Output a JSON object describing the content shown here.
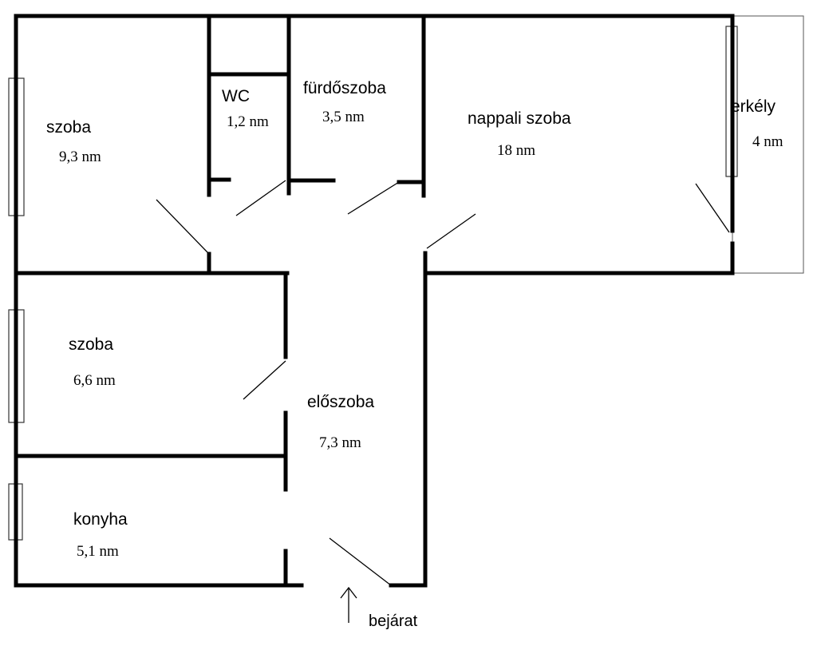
{
  "rooms": {
    "szoba_1": {
      "name": "szoba",
      "area": "9,3 nm"
    },
    "wc": {
      "name": "WC",
      "area": "1,2 nm"
    },
    "furdoszoba": {
      "name": "fürdőszoba",
      "area": "3,5 nm"
    },
    "nappali": {
      "name": "nappali szoba",
      "area": "18 nm"
    },
    "erkely": {
      "name": "erkély",
      "area": "4 nm"
    },
    "szoba_2": {
      "name": "szoba",
      "area": "6,6 nm"
    },
    "eloszoba": {
      "name": "előszoba",
      "area": "7,3 nm"
    },
    "konyha": {
      "name": "konyha",
      "area": "5,1 nm"
    }
  },
  "entrance": {
    "label": "bejárat"
  },
  "colors": {
    "wall": "#000000",
    "balcony_outline": "#555555",
    "background": "#ffffff"
  }
}
